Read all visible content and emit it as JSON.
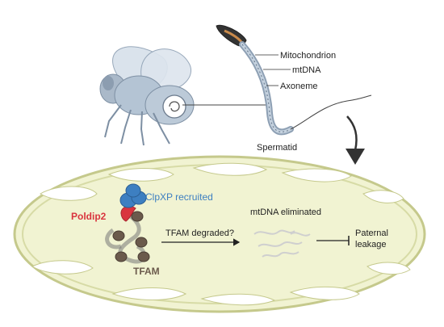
{
  "labels": {
    "mitochondrion": "Mitochondrion",
    "mtdna": "mtDNA",
    "axoneme": "Axoneme",
    "spermatid": "Spermatid",
    "clpxp": "ClpXP recruited",
    "poldip2": "Poldip2",
    "tfam": "TFAM",
    "tfam_degraded": "TFAM degraded?",
    "mtdna_eliminated": "mtDNA eliminated",
    "paternal": "Paternal",
    "leakage": "leakage"
  },
  "colors": {
    "clpxp": "#3d7fc1",
    "poldip2": "#d9343e",
    "tfam": "#6b5a4c",
    "mito_fill": "#f1f3d2",
    "mito_stroke": "#c5c98c",
    "fly_body": "#b4c4d4"
  }
}
